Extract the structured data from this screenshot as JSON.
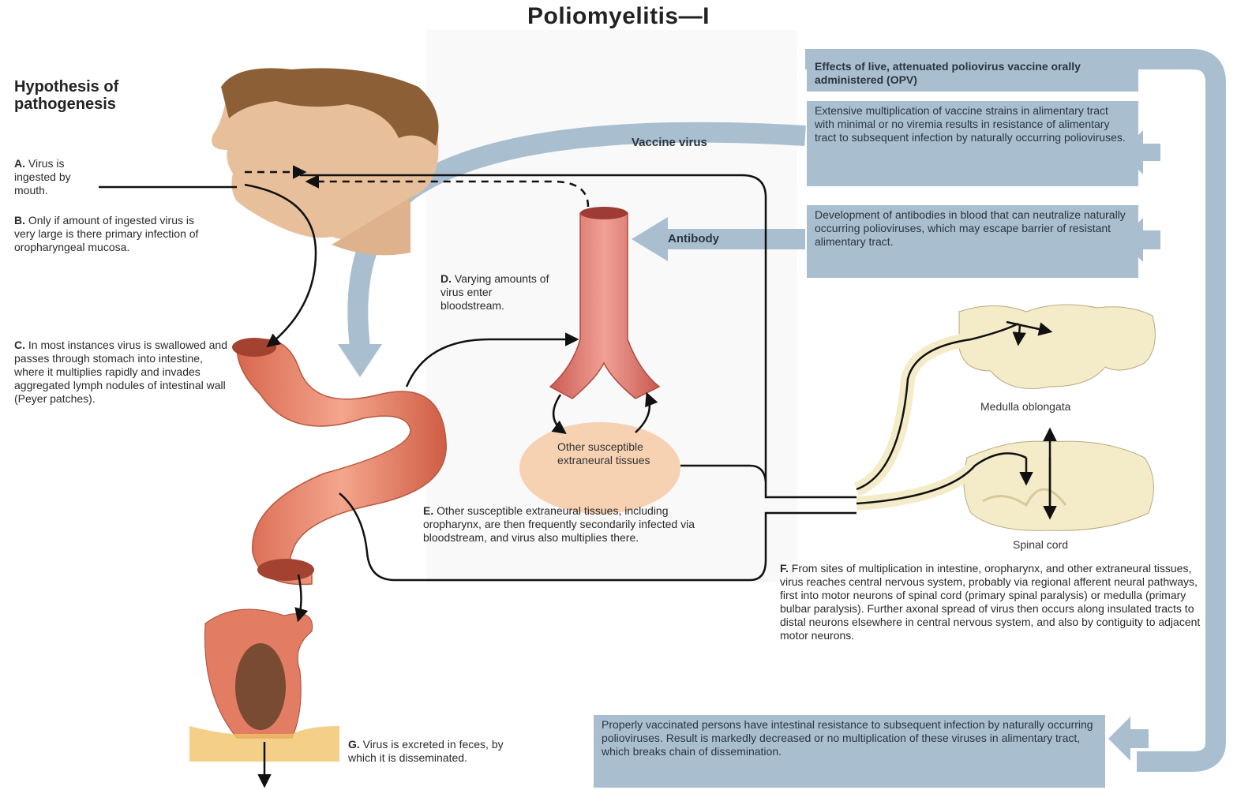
{
  "title": "Poliomyelitis—I",
  "left_heading": "Hypothesis of pathogenesis",
  "steps": {
    "a_letter": "A.",
    "a_text": "Virus is ingested by mouth.",
    "b_letter": "B.",
    "b_text": "Only if amount of ingested virus is very large is there primary infection of oropharyngeal mucosa.",
    "c_letter": "C.",
    "c_text": "In most instances virus is swallowed and passes through stomach into intestine, where it multiplies rapidly and invades aggregated lymph nodules of intestinal wall (Peyer patches).",
    "d_letter": "D.",
    "d_text": "Varying amounts of virus enter bloodstream.",
    "e_letter": "E.",
    "e_text": "Other susceptible extraneural tissues, including oropharynx, are then frequently secondarily infected via bloodstream, and virus also multiplies there.",
    "f_letter": "F.",
    "f_text": "From sites of multiplication in intestine, oropharynx, and other extraneural tissues, virus reaches central nervous system, probably via regional afferent neural pathways, first into motor neurons of spinal cord (primary spinal paralysis) or medulla (primary bulbar paralysis). Further axonal spread of virus then occurs along insulated tracts to distal neurons elsewhere in central nervous system, and also by contiguity to adjacent motor neurons.",
    "g_letter": "G.",
    "g_text": "Virus is excreted in feces, by which it is disseminated."
  },
  "tissue_label": "Other susceptible extraneural tissues",
  "labels": {
    "vaccine_virus": "Vaccine virus",
    "antibody": "Antibody",
    "medulla": "Medulla oblongata",
    "spinal_cord": "Spinal cord"
  },
  "opv": {
    "heading": "Effects of live, attenuated poliovirus vaccine orally administered (OPV)",
    "box1": "Extensive multiplication of vaccine strains in alimentary tract with minimal or no viremia results in resistance of alimentary tract to subsequent infection by naturally occurring polioviruses.",
    "box2": "Development of antibodies in blood that can neutralize naturally occurring polioviruses, which may escape barrier of resistant alimentary tract.",
    "box3": "Properly vaccinated persons have intestinal resistance to subsequent infection by naturally occurring polioviruses. Result is markedly decreased or no multiplication of these viruses in alimentary tract, which breaks chain of dissemination."
  },
  "colors": {
    "vaccine_band": "#a9bfd0",
    "gut": "#e9896f",
    "vessel": "#e57f72",
    "tissue": "#f6d2b3",
    "neural": "#f4ecc9"
  }
}
